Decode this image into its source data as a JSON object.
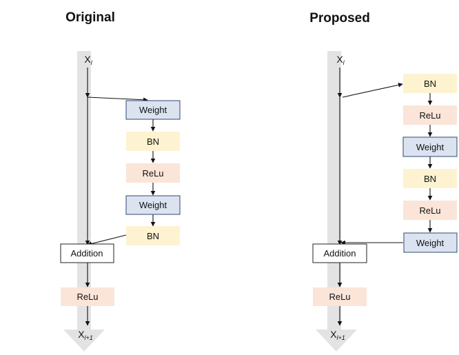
{
  "colors": {
    "weight_fill": "#dbe3f0",
    "weight_stroke": "#2f4770",
    "bn_fill": "#fdf3d0",
    "relu_fill": "#fae5d8",
    "addition_fill": "#ffffff",
    "addition_stroke": "#222222",
    "skip_band": "#e3e3e3",
    "arrow": "#111111"
  },
  "original": {
    "title": "Original",
    "input": {
      "base": "X",
      "sub": "l"
    },
    "output": {
      "base": "X",
      "sub": "l+1"
    },
    "blocks": [
      {
        "id": "w1",
        "kind": "weight",
        "label": "Weight"
      },
      {
        "id": "bn1",
        "kind": "bn",
        "label": "BN"
      },
      {
        "id": "r1",
        "kind": "relu",
        "label": "ReLu"
      },
      {
        "id": "w2",
        "kind": "weight",
        "label": "Weight"
      },
      {
        "id": "bn2",
        "kind": "bn",
        "label": "BN"
      }
    ],
    "addition": "Addition",
    "post": {
      "kind": "relu",
      "label": "ReLu"
    }
  },
  "proposed": {
    "title": "Proposed",
    "input": {
      "base": "X",
      "sub": "l"
    },
    "output": {
      "base": "X",
      "sub": "l+1"
    },
    "blocks": [
      {
        "id": "bn1",
        "kind": "bn",
        "label": "BN"
      },
      {
        "id": "r1",
        "kind": "relu",
        "label": "ReLu"
      },
      {
        "id": "w1",
        "kind": "weight",
        "label": "Weight"
      },
      {
        "id": "bn2",
        "kind": "bn",
        "label": "BN"
      },
      {
        "id": "r2",
        "kind": "relu",
        "label": "ReLu"
      },
      {
        "id": "w2",
        "kind": "weight",
        "label": "Weight"
      }
    ],
    "addition": "Addition",
    "post": {
      "kind": "relu",
      "label": "ReLu"
    }
  }
}
